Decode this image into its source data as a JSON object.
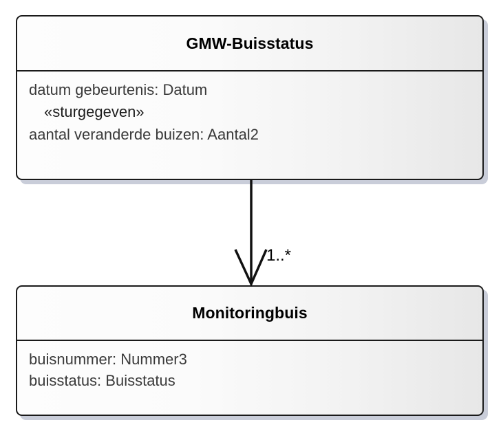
{
  "diagram": {
    "type": "uml-class-diagram",
    "background_color": "#ffffff",
    "border_color": "#1a1a1a",
    "shadow_color": "#c9cdd9",
    "text_color": "#3a3a3a",
    "title_color": "#000000"
  },
  "classes": [
    {
      "id": "gmw-buisstatus",
      "name": "GMW-Buisstatus",
      "attributes": [
        {
          "text": "datum gebeurtenis: Datum",
          "stereotype": false
        },
        {
          "text": "«sturgegeven»",
          "stereotype": true
        },
        {
          "text": "aantal veranderde buizen: Aantal2",
          "stereotype": false
        }
      ]
    },
    {
      "id": "monitoringbuis",
      "name": "Monitoringbuis",
      "attributes": [
        {
          "text": "buisnummer: Nummer3",
          "stereotype": false
        },
        {
          "text": "buisstatus: Buisstatus",
          "stereotype": false
        }
      ]
    }
  ],
  "association": {
    "from": "GMW-Buisstatus",
    "to": "Monitoringbuis",
    "multiplicity_label": "1..*",
    "arrow_style": "open-arrowhead",
    "direction": "down"
  }
}
